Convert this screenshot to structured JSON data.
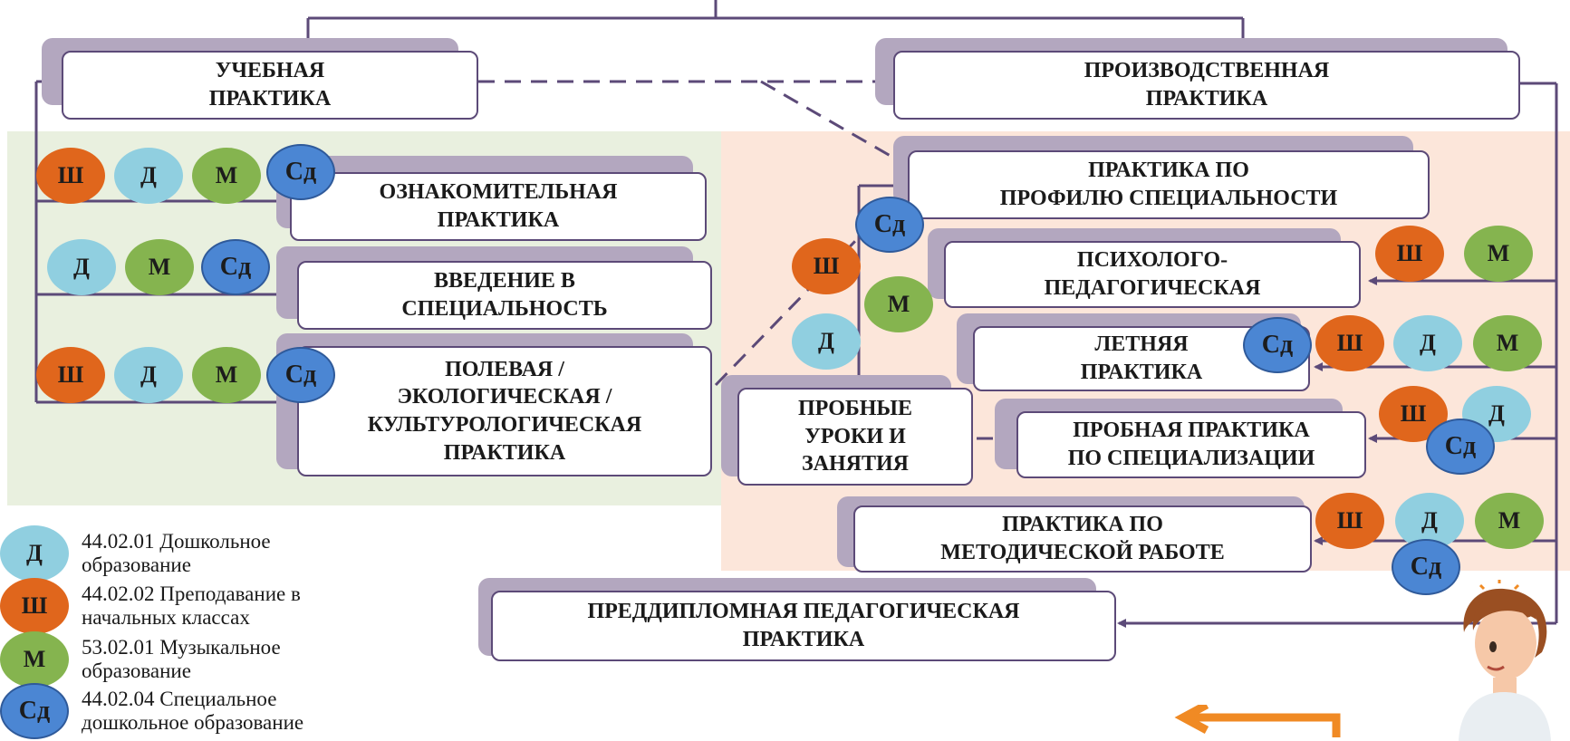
{
  "boxes": {
    "uchebnaya": [
      "УЧЕБНАЯ",
      "ПРАКТИКА"
    ],
    "proizvodstvennaya": [
      "ПРОИЗВОДСТВЕННАЯ",
      "ПРАКТИКА"
    ],
    "oznakomitelnaya": [
      "ОЗНАКОМИТЕЛЬНАЯ",
      "ПРАКТИКА"
    ],
    "vvedenie": [
      "ВВЕДЕНИЕ В",
      "СПЕЦИАЛЬНОСТЬ"
    ],
    "polevaya": [
      "ПОЛЕВАЯ /",
      "ЭКОЛОГИЧЕСКАЯ /",
      "КУЛЬТУРОЛОГИЧЕСКАЯ",
      "ПРАКТИКА"
    ],
    "profil": [
      "ПРАКТИКА ПО",
      "ПРОФИЛЮ СПЕЦИАЛЬНОСТИ"
    ],
    "psihologo": [
      "ПСИХОЛОГО-",
      "ПЕДАГОГИЧЕСКАЯ"
    ],
    "letnyaya": [
      "ЛЕТНЯЯ",
      "ПРАКТИКА"
    ],
    "probnye": [
      "ПРОБНЫЕ",
      "УРОКИ И",
      "ЗАНЯТИЯ"
    ],
    "specializaciya": [
      "ПРОБНАЯ ПРАКТИКА",
      "ПО СПЕЦИАЛИЗАЦИИ"
    ],
    "metodicheskaya": [
      "ПРАКТИКА ПО",
      "МЕТОДИЧЕСКОЙ  РАБОТЕ"
    ],
    "preddiplomnaya": [
      "ПРЕДДИПЛОМНАЯ ПЕДАГОГИЧЕСКАЯ",
      "ПРАКТИКА"
    ]
  },
  "badge_letters": {
    "sh": "Ш",
    "d": "Д",
    "m": "М",
    "sd": "Сд"
  },
  "legend": [
    {
      "key": "d",
      "lines": [
        "44.02.01 Дошкольное",
        "образование"
      ]
    },
    {
      "key": "sh",
      "lines": [
        "44.02.02 Преподавание в",
        "начальных классах"
      ]
    },
    {
      "key": "m",
      "lines": [
        "53.02.01 Музыкальное",
        "образование"
      ]
    },
    {
      "key": "sd",
      "lines": [
        "44.02.04 Специальное",
        "дошкольное образование"
      ]
    }
  ],
  "colors": {
    "sh": "#e0661c",
    "d": "#90cfe0",
    "m": "#85b44f",
    "sd": "#4b86d3",
    "line": "#5c4a78",
    "zone_green": "#e9f0df",
    "zone_peach": "#fce6da",
    "arrow": "#f08a24"
  },
  "icons": [
    "lightbulb-icon",
    "person-icon",
    "arrow-left-icon"
  ]
}
